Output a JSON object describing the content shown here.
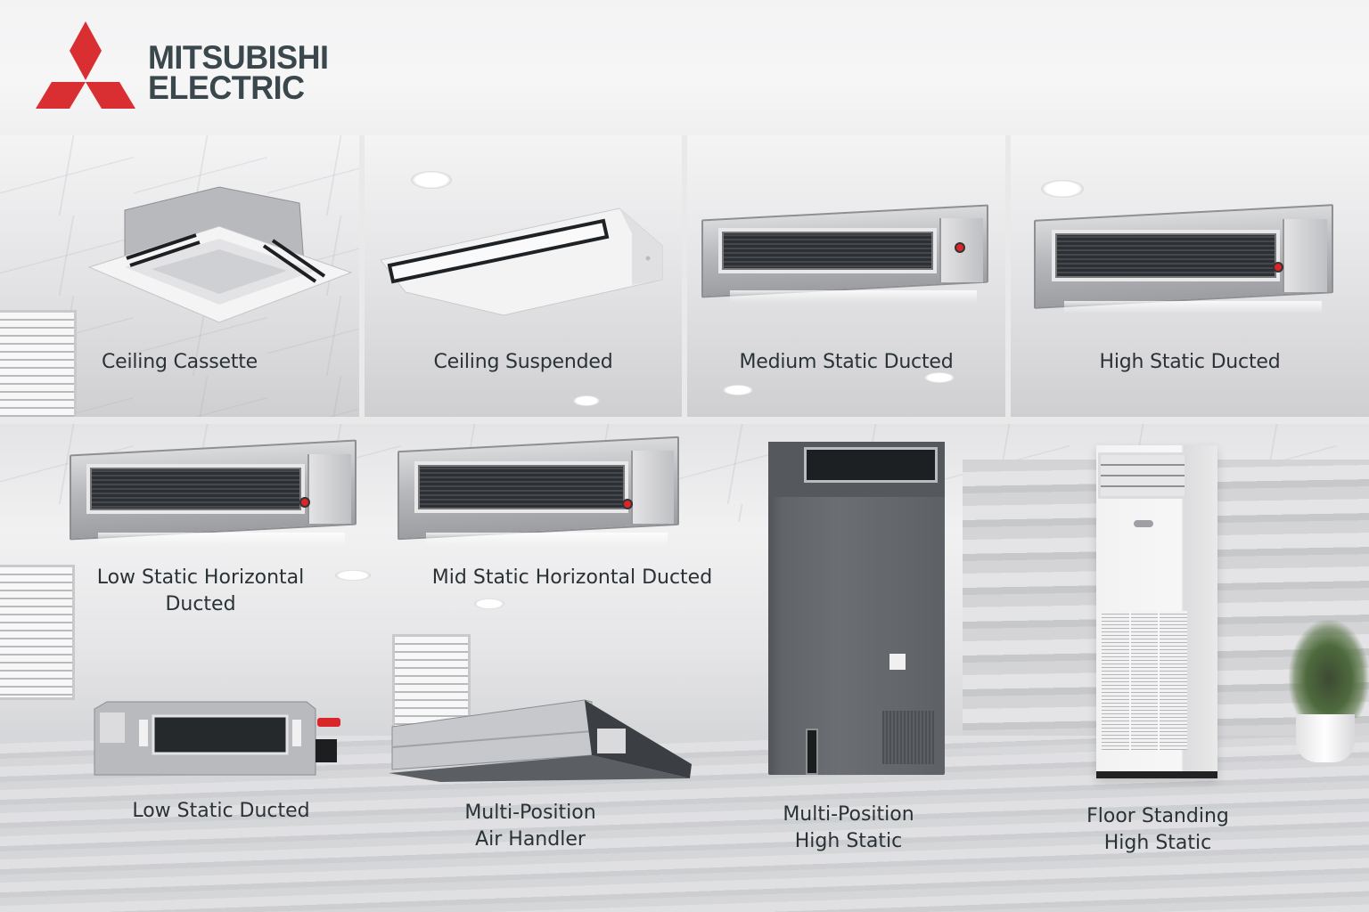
{
  "brand": {
    "name_line1": "MITSUBISHI",
    "name_line2": "ELECTRIC",
    "logo_icon": "three-diamonds-icon",
    "logo_color": "#d92f33",
    "text_color": "#3a474c"
  },
  "top_row": [
    {
      "label": "Ceiling Cassette",
      "icon": "ceiling-cassette-unit"
    },
    {
      "label": "Ceiling Suspended",
      "icon": "ceiling-suspended-unit"
    },
    {
      "label": "Medium Static Ducted",
      "icon": "medium-static-ducted-unit"
    },
    {
      "label": "High Static Ducted",
      "icon": "high-static-ducted-unit"
    }
  ],
  "bottom_scene": {
    "ceiling_units": [
      {
        "label_line1": "Low Static Horizontal",
        "label_line2": "Ducted",
        "icon": "low-static-horizontal-ducted-unit"
      },
      {
        "label_line1": "Mid Static Horizontal Ducted",
        "label_line2": "",
        "icon": "mid-static-horizontal-ducted-unit"
      }
    ],
    "floor_units": [
      {
        "label_line1": "Low Static Ducted",
        "label_line2": "",
        "icon": "low-static-ducted-unit"
      },
      {
        "label_line1": "Multi-Position",
        "label_line2": "Air Handler",
        "icon": "multi-position-air-handler-unit"
      },
      {
        "label_line1": "Multi-Position",
        "label_line2": "High Static",
        "icon": "multi-position-high-static-unit"
      },
      {
        "label_line1": "Floor Standing",
        "label_line2": "High Static",
        "icon": "floor-standing-high-static-unit"
      }
    ]
  },
  "colors": {
    "label_text": "#2a3236",
    "background": "#e9e9ea",
    "accent_red": "#d92f33"
  }
}
